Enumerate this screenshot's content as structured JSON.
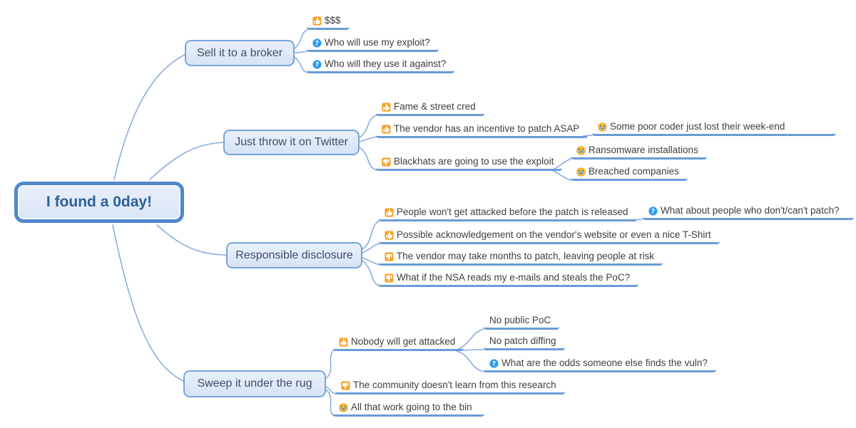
{
  "colors": {
    "edge_blue": "#8BACDD",
    "underline_blue": "#6A9BD7",
    "branch_border": "#77A4DD",
    "branch_fill": "#DDE8F6",
    "root_border": "#5288CB",
    "root_text": "#2E5F99",
    "icon_orange": "#F7A227",
    "icon_question_blue": "#2D9BF3",
    "icon_cry_yellow": "#FCBE2D"
  },
  "root": {
    "label": "I found a 0day!"
  },
  "branches": [
    {
      "label": "Sell it to a broker",
      "children": [
        {
          "icon": "thumbs-up-icon",
          "label": "$$$"
        },
        {
          "icon": "question-icon",
          "label": "Who will use my exploit?"
        },
        {
          "icon": "question-icon",
          "label": "Who will they use it against?"
        }
      ]
    },
    {
      "label": "Just throw it on Twitter",
      "children": [
        {
          "icon": "thumbs-up-icon",
          "label": "Fame & street cred"
        },
        {
          "icon": "thumbs-up-icon",
          "label": "The vendor has an incentive to patch ASAP",
          "children": [
            {
              "icon": "crying-icon",
              "label": "Some poor coder just lost their week-end"
            }
          ]
        },
        {
          "icon": "thumbs-down-icon",
          "label": "Blackhats are going to use the exploit",
          "children": [
            {
              "icon": "crying-icon",
              "label": "Ransomware installations"
            },
            {
              "icon": "crying-icon",
              "label": "Breached companies"
            }
          ]
        }
      ]
    },
    {
      "label": "Responsible disclosure",
      "children": [
        {
          "icon": "thumbs-up-icon",
          "label": "People won't get attacked before the patch is released",
          "children": [
            {
              "icon": "question-icon",
              "label": "What about people who don't/can't patch?"
            }
          ]
        },
        {
          "icon": "thumbs-up-icon",
          "label": "Possible acknowledgement on the vendor's website or even a nice T-Shirt"
        },
        {
          "icon": "thumbs-down-icon",
          "label": "The vendor may take months to patch, leaving people at risk"
        },
        {
          "icon": "thumbs-down-icon",
          "label": "What if the NSA reads my e-mails and steals the PoC?"
        }
      ]
    },
    {
      "label": "Sweep it under the rug",
      "children": [
        {
          "icon": "thumbs-up-icon",
          "label": "Nobody will get attacked",
          "children": [
            {
              "icon": "none",
              "label": "No public PoC"
            },
            {
              "icon": "none",
              "label": "No patch diffing"
            },
            {
              "icon": "question-icon",
              "label": "What are the odds someone else finds the vuln?"
            }
          ]
        },
        {
          "icon": "thumbs-down-icon",
          "label": "The community doesn't learn from this research"
        },
        {
          "icon": "crying-icon",
          "label": "All that work going to the bin"
        }
      ]
    }
  ]
}
